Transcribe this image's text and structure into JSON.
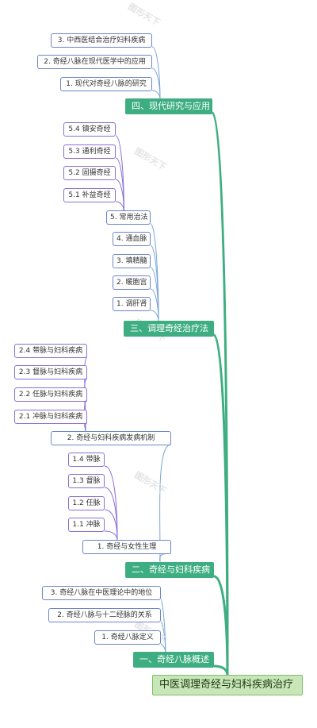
{
  "root": {
    "label": "中医调理奇经与妇科疾病治疗"
  },
  "sections": [
    {
      "label": "四、现代研究与应用",
      "items": [
        {
          "label": "3. 中西医结合治疗妇科疾病"
        },
        {
          "label": "2. 奇经八脉在现代医学中的应用"
        },
        {
          "label": "1. 现代对奇经八脉的研究"
        }
      ]
    },
    {
      "label": "三、调理奇经治疗法",
      "sub": {
        "label": "5. 常用治法",
        "items": [
          {
            "label": "5.4 镇安奇经"
          },
          {
            "label": "5.3 通利奇经"
          },
          {
            "label": "5.2 固摄奇经"
          },
          {
            "label": "5.1 补益奇经"
          }
        ]
      },
      "items": [
        {
          "label": "4. 通血脉"
        },
        {
          "label": "3. 填精髓"
        },
        {
          "label": "2. 暖胞宫"
        },
        {
          "label": "1. 调肝肾"
        }
      ]
    },
    {
      "label": "二、奇经与妇科疾病",
      "subs": [
        {
          "label": "2. 奇经与妇科疾病发病机制",
          "items": [
            {
              "label": "2.4 带脉与妇科疾病"
            },
            {
              "label": "2.3 督脉与妇科疾病"
            },
            {
              "label": "2.2 任脉与妇科疾病"
            },
            {
              "label": "2.1 冲脉与妇科疾病"
            }
          ]
        },
        {
          "label": "1. 奇经与女性生理",
          "items": [
            {
              "label": "1.4 带脉"
            },
            {
              "label": "1.3 督脉"
            },
            {
              "label": "1.2 任脉"
            },
            {
              "label": "1.1 冲脉"
            }
          ]
        }
      ]
    },
    {
      "label": "一、奇经八脉概述",
      "items": [
        {
          "label": "3. 奇经八脉在中医理论中的地位"
        },
        {
          "label": "2. 奇经八脉与十二经脉的关系"
        },
        {
          "label": "1. 奇经八脉定义"
        }
      ]
    }
  ],
  "watermark": "图形天下",
  "colors": {
    "section": "#3eae82",
    "root_fill": "#c8e6b8",
    "blue_link": "#7aa6d8",
    "purple_link": "#8a6fd6"
  }
}
